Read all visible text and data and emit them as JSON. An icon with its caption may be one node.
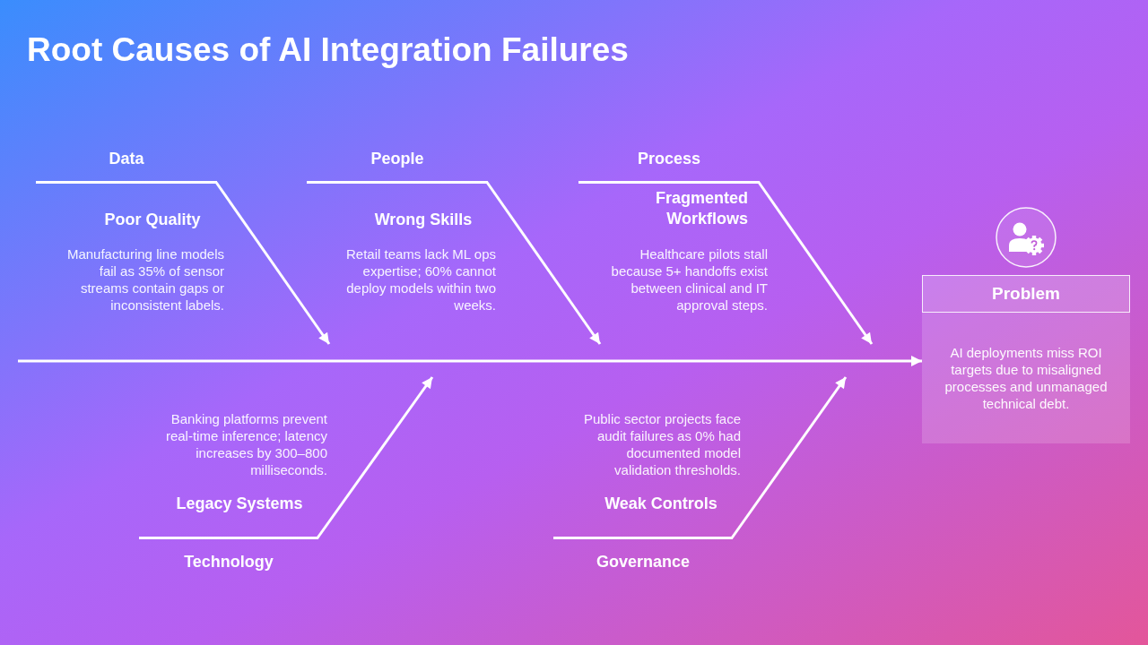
{
  "diagram": {
    "title": "Root Causes of AI Integration Failures",
    "nodes": [
      {
        "text": [
          "Data"
        ],
        "beside": [
          "Poor Quality",
          "Manufacturing line models fail as 35% of sensor streams contain gaps or inconsistent labels."
        ]
      },
      {
        "text": [
          "People"
        ],
        "beside": [
          "Wrong Skills",
          "Retail teams lack ML ops expertise; 60% cannot deploy models within two weeks."
        ]
      },
      {
        "text": [
          "Process"
        ],
        "beside": [
          "Fragmented Workflows",
          "Healthcare pilots stall because 5+ handoffs exist between clinical and IT approval steps."
        ]
      },
      {
        "text": [
          "Problem",
          "AI deployments miss ROI targets due to misaligned processes and unmanaged technical debt."
        ]
      },
      {
        "text": [
          "Technology"
        ],
        "beside": [
          "Banking platforms prevent real-time inference; latency increases by 300–800 milliseconds.",
          "Legacy Systems"
        ]
      },
      {
        "text": [
          "Governance"
        ],
        "beside": [
          "Public sector projects face audit failures as 0% had documented model validation thresholds.",
          "Weak Controls"
        ]
      }
    ],
    "edges": [
      {
        "from": 0,
        "to": null,
        "arrow": "to"
      },
      {
        "from": 1,
        "to": null,
        "arrow": "to"
      },
      {
        "from": 2,
        "to": null,
        "arrow": "to"
      },
      {
        "from": null,
        "to": 3,
        "arrow": "to"
      },
      {
        "from": 4,
        "to": null,
        "arrow": "to"
      },
      {
        "from": 5,
        "to": null,
        "arrow": "to"
      }
    ]
  }
}
